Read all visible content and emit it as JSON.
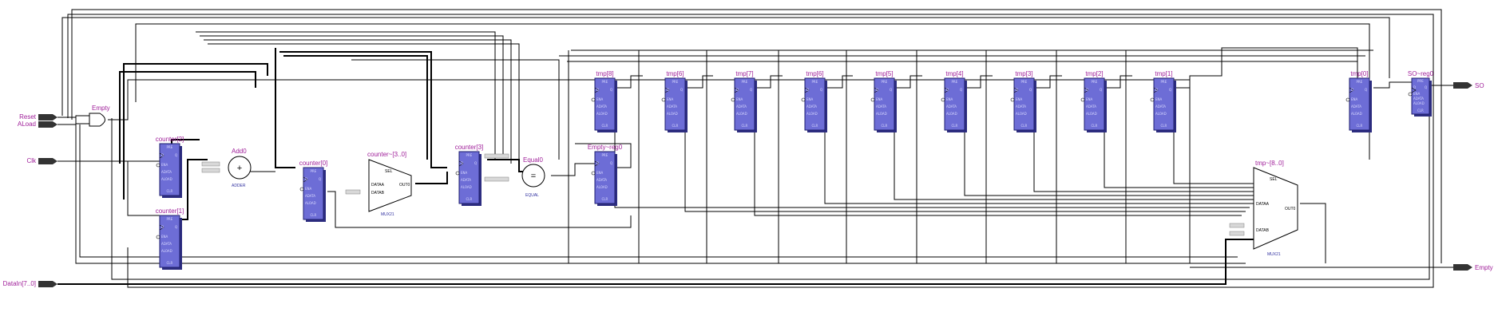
{
  "ports_in": [
    {
      "id": "reset",
      "label": "Reset"
    },
    {
      "id": "aload",
      "label": "ALoad"
    },
    {
      "id": "clk",
      "label": "Clk"
    },
    {
      "id": "datain",
      "label": "DataIn[7..0]"
    }
  ],
  "ports_out": [
    {
      "id": "so",
      "label": "SO"
    },
    {
      "id": "empty",
      "label": "Empty"
    }
  ],
  "gate": {
    "label": "Empty"
  },
  "adder": {
    "label": "Add0",
    "symbol": "+",
    "type": "ADDER"
  },
  "equal": {
    "label": "Equal0",
    "symbol": "=",
    "type": "EQUAL"
  },
  "mux_counter": {
    "label": "counter~[3..0]",
    "type": "MUX21",
    "pins": [
      "SEL",
      "DATAA",
      "DATAB",
      "OUT0"
    ]
  },
  "mux_tmp": {
    "label": "tmp~[8..0]",
    "type": "MUX21",
    "pins": [
      "SEL",
      "DATAA",
      "DATAB",
      "OUT0"
    ]
  },
  "ff_pins": [
    "PRE",
    "D",
    "Q",
    "ENA",
    "ADATA",
    "ALOAD",
    "CLR"
  ],
  "flipflops": [
    {
      "id": "counter2",
      "label": "counter[2]"
    },
    {
      "id": "counter1",
      "label": "counter[1]"
    },
    {
      "id": "counter0",
      "label": "counter[0]"
    },
    {
      "id": "counter3",
      "label": "counter[3]"
    },
    {
      "id": "empty_reg0",
      "label": "Empty~reg0"
    },
    {
      "id": "tmp8",
      "label": "tmp[8]"
    },
    {
      "id": "tmp6",
      "label": "tmp[6]"
    },
    {
      "id": "tmp7",
      "label": "tmp[7]"
    },
    {
      "id": "tmp_a",
      "label": "tmp[6]"
    },
    {
      "id": "tmp5",
      "label": "tmp[5]"
    },
    {
      "id": "tmp4",
      "label": "tmp[4]"
    },
    {
      "id": "tmp3",
      "label": "tmp[3]"
    },
    {
      "id": "tmp2",
      "label": "tmp[2]"
    },
    {
      "id": "tmp1",
      "label": "tmp[1]"
    },
    {
      "id": "tmp0",
      "label": "tmp[0]"
    },
    {
      "id": "so_reg0",
      "label": "SO~reg0"
    }
  ]
}
